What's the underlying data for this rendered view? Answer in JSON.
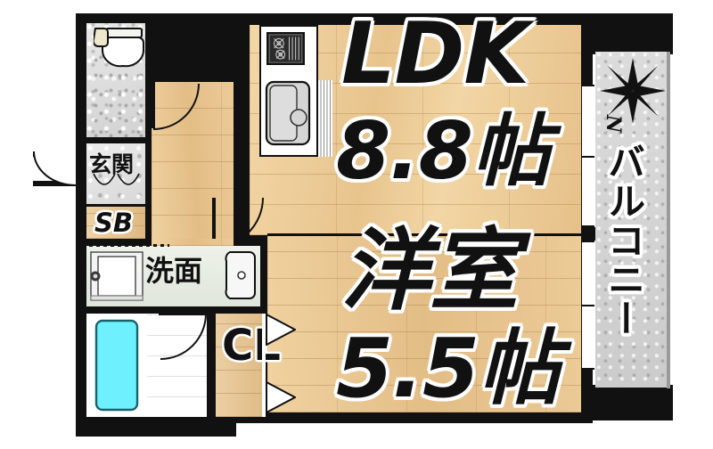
{
  "plan": {
    "title": "apartment-floor-plan",
    "colors": {
      "wall": "#111111",
      "wood_floor": "#eccb96",
      "tile_floor": "#dcdcdc",
      "bathtub": "#6ff0ff",
      "balcony_floor": "#d3d3d3",
      "washroom_floor": "#e7ece4"
    },
    "rooms": {
      "ldk": {
        "name": "LDK",
        "size": "8.8帖"
      },
      "western_room": {
        "name": "洋室",
        "size": "5.5帖"
      },
      "balcony": {
        "name": "バルコニー"
      },
      "genkan": {
        "name": "玄関"
      },
      "shoebox": {
        "name": "SB"
      },
      "washroom": {
        "name": "洗面"
      },
      "closet": {
        "name": "CL"
      }
    },
    "compass": {
      "label": "N",
      "icon": "compass-rose-icon"
    },
    "fixtures": {
      "toilet": "toilet-icon",
      "stove": "gas-stove-icon",
      "sink": "kitchen-sink-icon",
      "washing_machine": "washing-machine-pan-icon",
      "vanity_sink": "vanity-sink-icon",
      "bathtub": "bathtub-icon"
    }
  }
}
